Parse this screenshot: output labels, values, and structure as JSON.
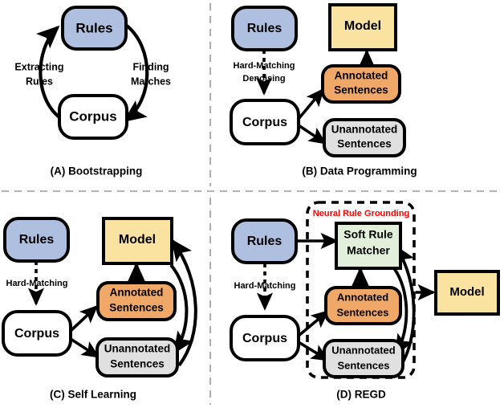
{
  "figure": {
    "title": "Comparison of rule-based learning paradigms",
    "panel_count": 4
  },
  "colors": {
    "rules_fill": "#aebfdf",
    "corpus_fill": "#ffffff",
    "model_fill": "#fae2a0",
    "annotated_fill": "#f0a868",
    "unannotated_fill": "#e0e0e0",
    "soft_rule_matcher_fill": "#e2efda",
    "stroke": "#000000",
    "group_label": "#ff0000",
    "divider": "#9a9a9a"
  },
  "panels": [
    {
      "id": "A",
      "caption": "(A) Bootstrapping",
      "nodes": {
        "rules": "Rules",
        "corpus": "Corpus"
      },
      "edges": [
        {
          "label_line1": "Extracting",
          "label_line2": "Rules",
          "from": "corpus",
          "to": "rules"
        },
        {
          "label_line1": "Finding",
          "label_line2": "Matches",
          "from": "rules",
          "to": "corpus"
        }
      ]
    },
    {
      "id": "B",
      "caption": "(B) Data Programming",
      "nodes": {
        "rules": "Rules",
        "corpus": "Corpus",
        "model": "Model",
        "annotated_line1": "Annotated",
        "annotated_line2": "Sentences",
        "unannotated_line1": "Unannotated",
        "unannotated_line2": "Sentences"
      },
      "edges": [
        {
          "label_line1": "Hard-Matching",
          "label_line2": "Denoising",
          "from": "rules",
          "to": "corpus",
          "style": "dashed"
        },
        {
          "from": "corpus",
          "to": "annotated",
          "style": "solid"
        },
        {
          "from": "corpus",
          "to": "unannotated",
          "style": "solid"
        },
        {
          "from": "annotated",
          "to": "model",
          "style": "solid"
        }
      ]
    },
    {
      "id": "C",
      "caption": "(C) Self Learning",
      "nodes": {
        "rules": "Rules",
        "corpus": "Corpus",
        "model": "Model",
        "annotated_line1": "Annotated",
        "annotated_line2": "Sentences",
        "unannotated_line1": "Unannotated",
        "unannotated_line2": "Sentences"
      },
      "edges": [
        {
          "label_line1": "Hard-Matching",
          "from": "rules",
          "to": "corpus",
          "style": "dashed"
        },
        {
          "from": "corpus",
          "to": "annotated",
          "style": "solid"
        },
        {
          "from": "corpus",
          "to": "unannotated",
          "style": "solid"
        },
        {
          "from": "annotated",
          "to": "model",
          "style": "solid"
        },
        {
          "from": "model",
          "to": "unannotated",
          "style": "curved"
        },
        {
          "from": "unannotated",
          "to": "model",
          "style": "curved"
        }
      ]
    },
    {
      "id": "D",
      "caption": "(D) REGD",
      "group_label": "Neural Rule Grounding",
      "nodes": {
        "rules": "Rules",
        "corpus": "Corpus",
        "model": "Model",
        "soft_rule_matcher_line1": "Soft Rule",
        "soft_rule_matcher_line2": "Matcher",
        "annotated_line1": "Annotated",
        "annotated_line2": "Sentences",
        "unannotated_line1": "Unannotated",
        "unannotated_line2": "Sentences"
      },
      "edges": [
        {
          "label_line1": "Hard-Matching",
          "from": "rules",
          "to": "corpus",
          "style": "dashed"
        },
        {
          "from": "rules",
          "to": "soft_rule_matcher",
          "style": "solid"
        },
        {
          "from": "corpus",
          "to": "annotated",
          "style": "solid"
        },
        {
          "from": "corpus",
          "to": "unannotated",
          "style": "solid"
        },
        {
          "from": "annotated",
          "to": "soft_rule_matcher",
          "style": "solid"
        },
        {
          "from": "soft_rule_matcher",
          "to": "unannotated",
          "style": "curved"
        },
        {
          "from": "unannotated",
          "to": "soft_rule_matcher",
          "style": "curved"
        },
        {
          "from": "neural_rule_grounding",
          "to": "model",
          "style": "solid"
        }
      ]
    }
  ]
}
